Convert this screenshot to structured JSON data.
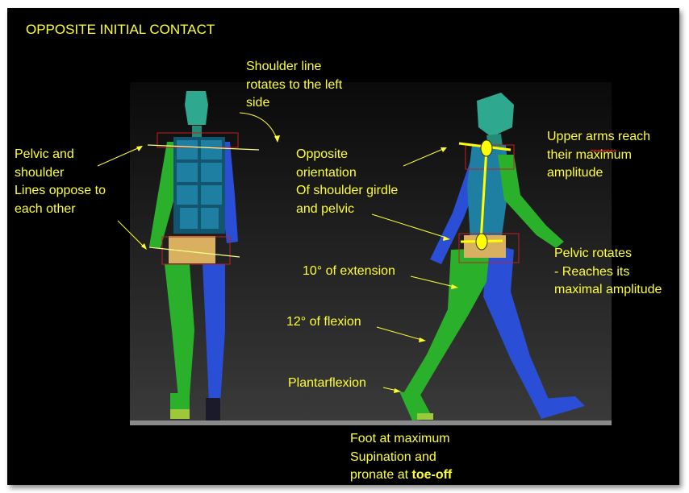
{
  "title": "OPPOSITE INITIAL CONTACT",
  "labels": {
    "shoulder_line": "Shoulder line\nrotates to the left\nside",
    "pelvic_shoulder": "Pelvic and\nshoulder\nLines oppose to\neach other",
    "opposite_orientation": "Opposite\norientation\nOf shoulder girdle\nand  pelvic",
    "upper_arms": "Upper arms reach\ntheir maximum\namplitude",
    "pelvic_rotates": "Pelvic  rotates\n- Reaches its\nmaximal amplitude",
    "extension": "10° of extension",
    "flexion": "12° of flexion",
    "plantarflexion": "Plantarflexion",
    "foot_line1": "Foot at maximum",
    "foot_line2": "Supination and",
    "foot_line3_prefix": "pronate at ",
    "foot_line3_bold": "toe-off"
  },
  "colors": {
    "annotation": "#ffff33",
    "left_limb": "#2bb02b",
    "right_limb": "#2a4fd6",
    "torso": "#1f7fa3",
    "head": "#2fa890",
    "pelvis": "#d9b060"
  }
}
